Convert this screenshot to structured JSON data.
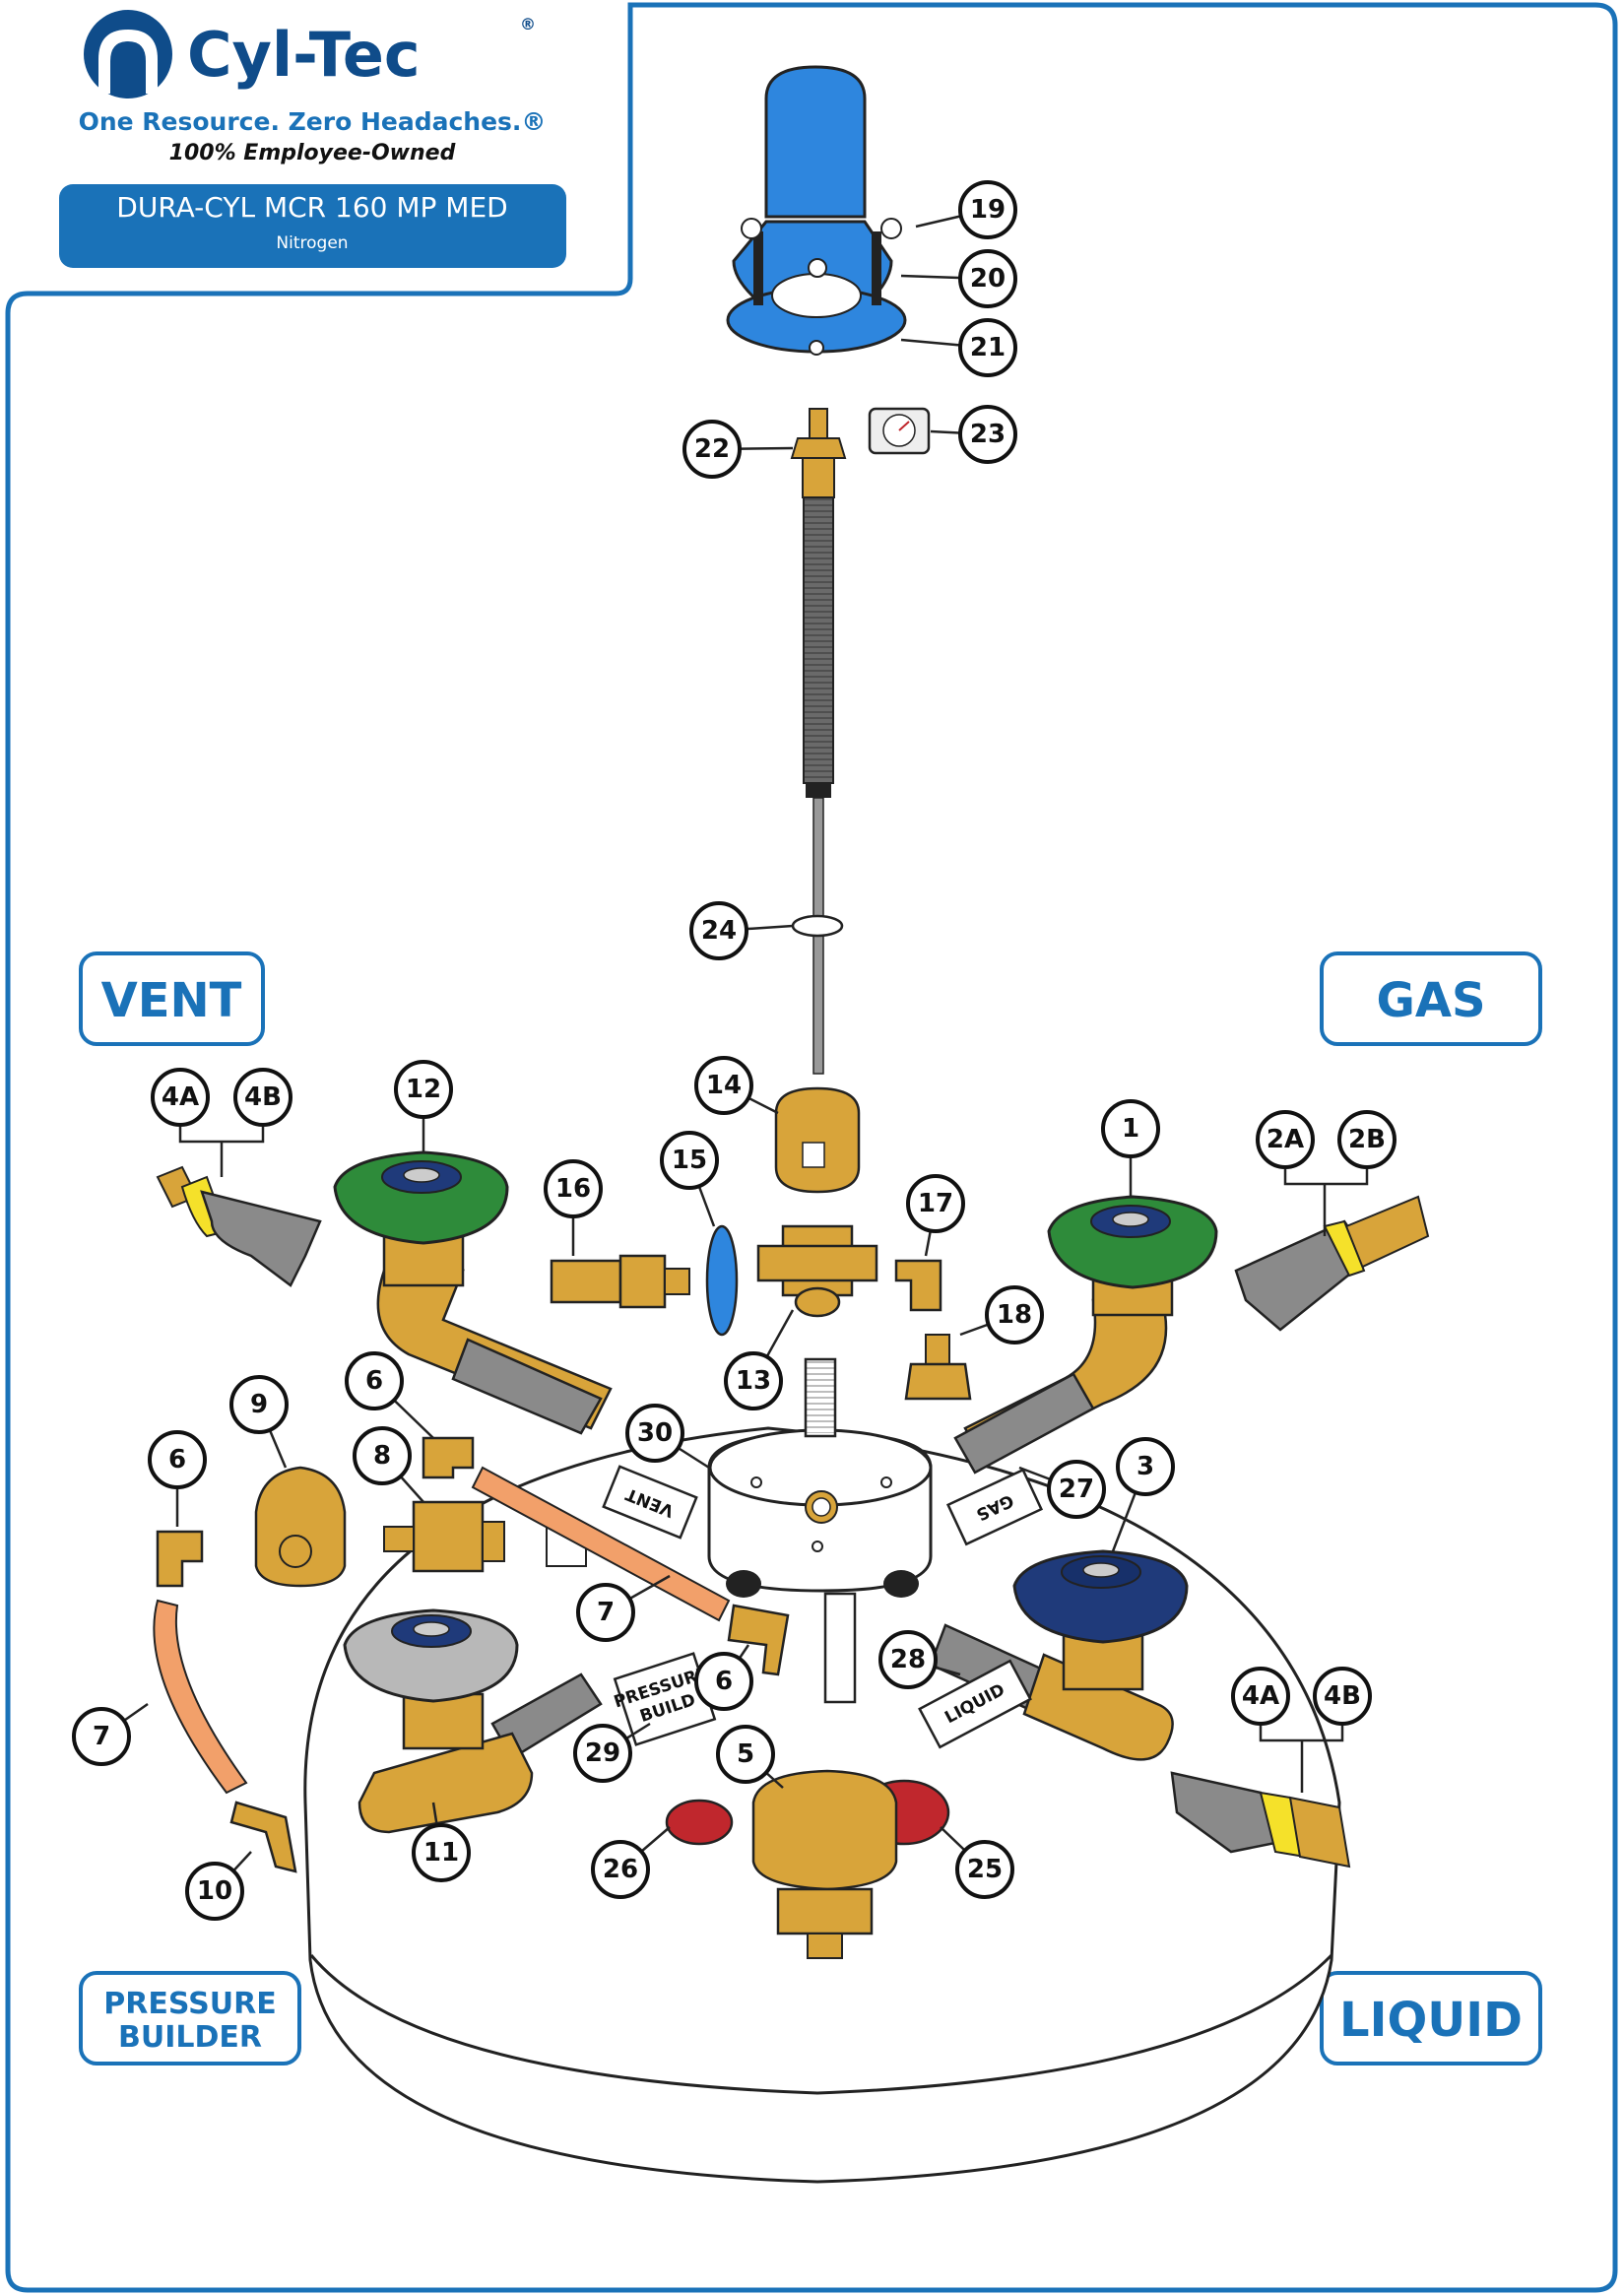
{
  "header": {
    "brand": "Cyl-Tec",
    "registered_mark": "®",
    "tagline": "One Resource. Zero Headaches.®",
    "subtagline": "100% Employee-Owned",
    "model": "DURA-CYL MCR 160 MP MED",
    "gas": "Nitrogen"
  },
  "section_labels": {
    "vent": "VENT",
    "gas": "GAS",
    "pressure_builder_line1": "PRESSURE",
    "pressure_builder_line2": "BUILDER",
    "liquid": "LIQUID"
  },
  "valve_tags": {
    "vent": "VENT",
    "gas": "GAS",
    "liquid": "LIQUID",
    "pressure_line1": "PRESSURE",
    "pressure_line2": "BUILD"
  },
  "callouts": [
    "19",
    "20",
    "21",
    "22",
    "23",
    "24",
    "14",
    "15",
    "16",
    "17",
    "18",
    "13",
    "12",
    "1",
    "4A",
    "4B",
    "2A",
    "2B",
    "30",
    "27",
    "3",
    "28",
    "9",
    "8",
    "6",
    "6",
    "6",
    "7",
    "7",
    "11",
    "10",
    "29",
    "5",
    "26",
    "25",
    "4A",
    "4B"
  ],
  "colors": {
    "brand_blue": "#1a72b8",
    "brass": "#d8a43a",
    "green_handwheel": "#2e8b3a",
    "navy_handwheel": "#1f3a7a",
    "grey_handwheel": "#b8b8b8",
    "relief_cap": "#2e86de",
    "red_cap": "#c0272d",
    "tubing": "#f2a06a"
  }
}
